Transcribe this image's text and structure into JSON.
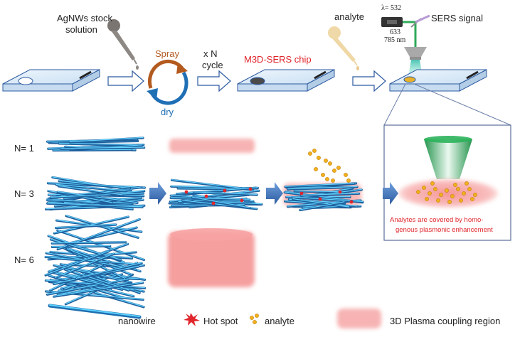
{
  "top": {
    "stock_label_line1": "AgNWs stock",
    "stock_label_line2": "solution",
    "spray": "Spray",
    "dry": "dry",
    "cycle_line1": "x N",
    "cycle_line2": "cycle",
    "chip": "M3D-SERS chip",
    "analyte": "analyte",
    "lambda_line1": "λ= 532",
    "lambda_line2": "633",
    "lambda_line3": "785 nm",
    "sers_signal": "SERS signal"
  },
  "rows": {
    "n1": "N= 1",
    "n3": "N= 3",
    "n6": "N= 6"
  },
  "callout": {
    "line1": "Analytes are covered by homo-",
    "line2": "genous plasmonic enhancement"
  },
  "legend": {
    "nanowire": "nanowire",
    "hotspot": "Hot spot",
    "analyte": "analyte",
    "plasma": "3D Plasma coupling region"
  },
  "colors": {
    "spray": "#b35a1f",
    "dry": "#1f6fb5",
    "chip_label": "#e0252b",
    "callout_text": "#e0252b",
    "nanowire": "#2a9fd8",
    "plasma": "#f7a8a8",
    "analyte": "#f2b01e",
    "laser": "#2faa5a",
    "arrow": "#3a6fb8"
  }
}
